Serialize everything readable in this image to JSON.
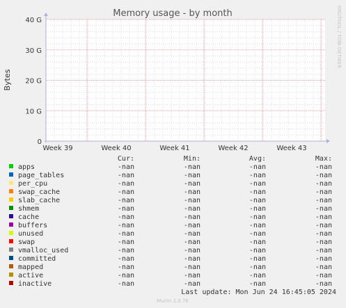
{
  "chart_data": {
    "type": "area",
    "title": "Memory usage - by month",
    "ylabel": "Bytes",
    "xlabel": "",
    "ylim": [
      0,
      40
    ],
    "y_ticks": [
      "0",
      "10 G",
      "20 G",
      "30 G",
      "40 G"
    ],
    "categories": [
      "Week 39",
      "Week 40",
      "Week 41",
      "Week 42",
      "Week 43"
    ],
    "grid": true,
    "series": [
      {
        "name": "apps",
        "color": "#00cc00",
        "cur": "-nan",
        "min": "-nan",
        "avg": "-nan",
        "max": "-nan"
      },
      {
        "name": "page_tables",
        "color": "#0066b3",
        "cur": "-nan",
        "min": "-nan",
        "avg": "-nan",
        "max": "-nan"
      },
      {
        "name": "per_cpu",
        "color": "#ffe680",
        "cur": "-nan",
        "min": "-nan",
        "avg": "-nan",
        "max": "-nan"
      },
      {
        "name": "swap_cache",
        "color": "#ff8000",
        "cur": "-nan",
        "min": "-nan",
        "avg": "-nan",
        "max": "-nan"
      },
      {
        "name": "slab_cache",
        "color": "#ffcc00",
        "cur": "-nan",
        "min": "-nan",
        "avg": "-nan",
        "max": "-nan"
      },
      {
        "name": "shmem",
        "color": "#008f00",
        "cur": "-nan",
        "min": "-nan",
        "avg": "-nan",
        "max": "-nan"
      },
      {
        "name": "cache",
        "color": "#330099",
        "cur": "-nan",
        "min": "-nan",
        "avg": "-nan",
        "max": "-nan"
      },
      {
        "name": "buffers",
        "color": "#990099",
        "cur": "-nan",
        "min": "-nan",
        "avg": "-nan",
        "max": "-nan"
      },
      {
        "name": "unused",
        "color": "#ccff00",
        "cur": "-nan",
        "min": "-nan",
        "avg": "-nan",
        "max": "-nan"
      },
      {
        "name": "swap",
        "color": "#ff0000",
        "cur": "-nan",
        "min": "-nan",
        "avg": "-nan",
        "max": "-nan"
      },
      {
        "name": "vmalloc_used",
        "color": "#808080",
        "cur": "-nan",
        "min": "-nan",
        "avg": "-nan",
        "max": "-nan"
      },
      {
        "name": "committed",
        "color": "#004d80",
        "cur": "-nan",
        "min": "-nan",
        "avg": "-nan",
        "max": "-nan"
      },
      {
        "name": "mapped",
        "color": "#b35a00",
        "cur": "-nan",
        "min": "-nan",
        "avg": "-nan",
        "max": "-nan"
      },
      {
        "name": "active",
        "color": "#b38f00",
        "cur": "-nan",
        "min": "-nan",
        "avg": "-nan",
        "max": "-nan"
      },
      {
        "name": "inactive",
        "color": "#b30000",
        "cur": "-nan",
        "min": "-nan",
        "avg": "-nan",
        "max": "-nan"
      }
    ]
  },
  "legend_headers": {
    "cur": "Cur:",
    "min": "Min:",
    "avg": "Avg:",
    "max": "Max:"
  },
  "last_update": "Last update: Mon Jun 24 16:45:05 2024",
  "watermark": "RRDTOOL / TOBI OETIKER",
  "footer": "Munin 2.0.76"
}
